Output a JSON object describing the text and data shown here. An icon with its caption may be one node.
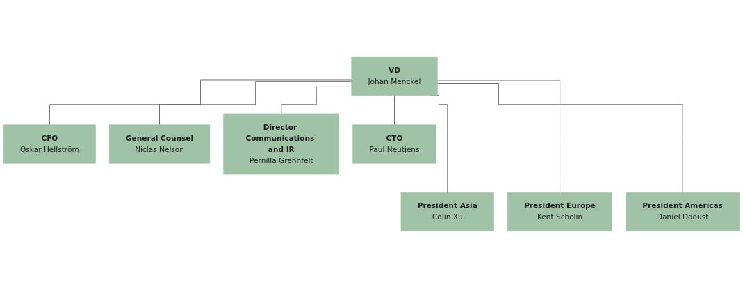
{
  "diagram": {
    "nodes": [
      {
        "text": [
          "VD",
          "Johan Menckel"
        ]
      },
      {
        "text": [
          "CFO",
          "Oskar Hellström"
        ]
      },
      {
        "text": [
          "General Counsel",
          "Niclas Nelson"
        ]
      },
      {
        "text": [
          "Director Communications and IR",
          "Pernilla Grennfelt"
        ]
      },
      {
        "text": [
          "CTO",
          "Paul Neutjens"
        ]
      },
      {
        "text": [
          "President Asia",
          "Colin Xu"
        ]
      },
      {
        "text": [
          "President Europe",
          "Kent Schölin"
        ]
      },
      {
        "text": [
          "President Americas",
          "Daniel Daoust"
        ]
      }
    ],
    "edges": [
      {
        "from": 0,
        "to": 1,
        "arrow": "none"
      },
      {
        "from": 0,
        "to": 2,
        "arrow": "none"
      },
      {
        "from": 0,
        "to": 3,
        "arrow": "none"
      },
      {
        "from": 0,
        "to": 4,
        "arrow": "none"
      },
      {
        "from": 0,
        "to": 5,
        "arrow": "none"
      },
      {
        "from": 0,
        "to": 6,
        "arrow": "none"
      },
      {
        "from": 0,
        "to": 7,
        "arrow": "none"
      }
    ]
  }
}
